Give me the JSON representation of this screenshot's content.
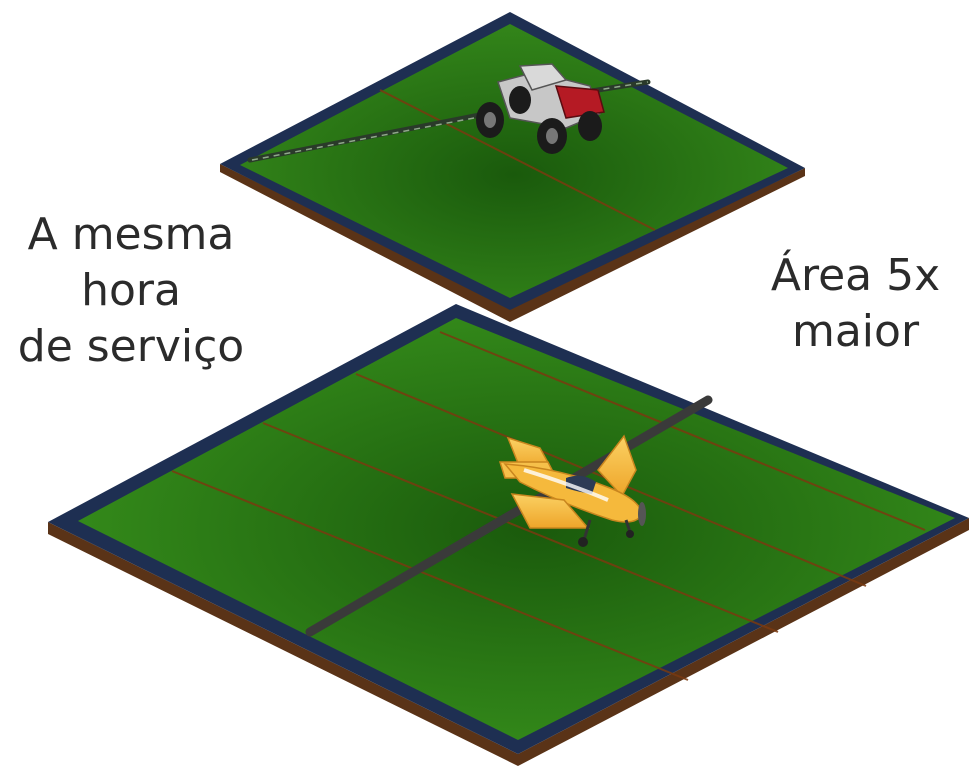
{
  "left_caption": {
    "line1": "A mesma",
    "line2": "hora",
    "line3": "de serviço"
  },
  "right_caption": {
    "line1": "Área 5x",
    "line2": "maior"
  },
  "colors": {
    "field_green": "#2f7f17",
    "field_dark": "#1d5a0e",
    "border_navy": "#1e2f52",
    "soil_brown": "#5a3317",
    "furrow": "#7a3a10",
    "plane_yellow": "#f4b53a",
    "sprayer_red": "#b51a24"
  },
  "icons": [
    "tractor-sprayer-icon",
    "crop-duster-airplane-icon"
  ]
}
